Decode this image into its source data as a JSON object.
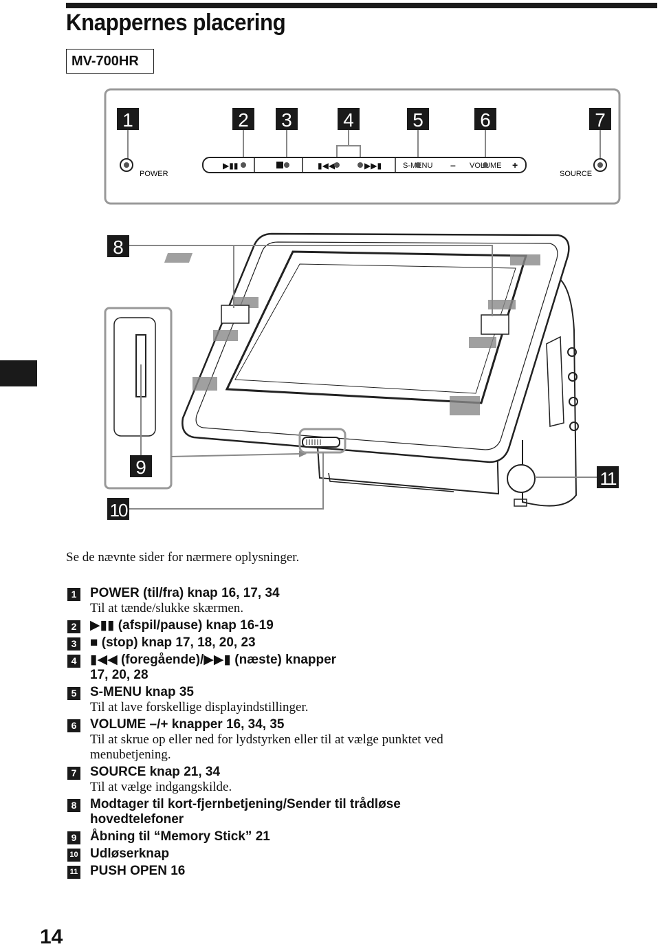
{
  "page": {
    "title": "Knappernes placering",
    "model": "MV-700HR",
    "note": "Se de nævnte sider for nærmere oplysninger.",
    "page_number": "14"
  },
  "figure": {
    "labels": [
      "1",
      "2",
      "3",
      "4",
      "5",
      "6",
      "7",
      "8",
      "9",
      "10",
      "11"
    ],
    "panel": {
      "power": "POWER",
      "s_menu": "S-MENU",
      "minus": "–",
      "volume": "VOLUME",
      "plus": "+",
      "source": "SOURCE"
    }
  },
  "items": [
    {
      "num": "1",
      "title": "POWER (til/fra) knap  16, 17, 34",
      "desc": "Til at tænde/slukke skærmen."
    },
    {
      "num": "2",
      "title": "▶▮▮ (afspil/pause) knap  16-19",
      "desc": ""
    },
    {
      "num": "3",
      "title": "■ (stop) knap  17, 18, 20, 23",
      "desc": ""
    },
    {
      "num": "4",
      "title": "▮◀◀ (foregående)/▶▶▮ (næste) knapper",
      "desc": "17, 20, 28"
    },
    {
      "num": "5",
      "title": "S-MENU knap  35",
      "desc": "Til at lave forskellige displayindstillinger."
    },
    {
      "num": "6",
      "title": "VOLUME –/+ knapper  16, 34, 35",
      "desc": "Til at skrue op eller ned for lydstyrken eller til at vælge punktet ved menubetjening."
    },
    {
      "num": "7",
      "title": "SOURCE knap  21, 34",
      "desc": "Til at vælge indgangskilde."
    },
    {
      "num": "8",
      "title": "Modtager til kort-fjernbetjening/Sender til trådløse hovedtelefoner",
      "desc": ""
    },
    {
      "num": "9",
      "title": "Åbning til “Memory Stick”  21",
      "desc": ""
    },
    {
      "num": "10",
      "title": "Udløserknap",
      "desc": ""
    },
    {
      "num": "11",
      "title": "PUSH OPEN  16",
      "desc": ""
    }
  ]
}
